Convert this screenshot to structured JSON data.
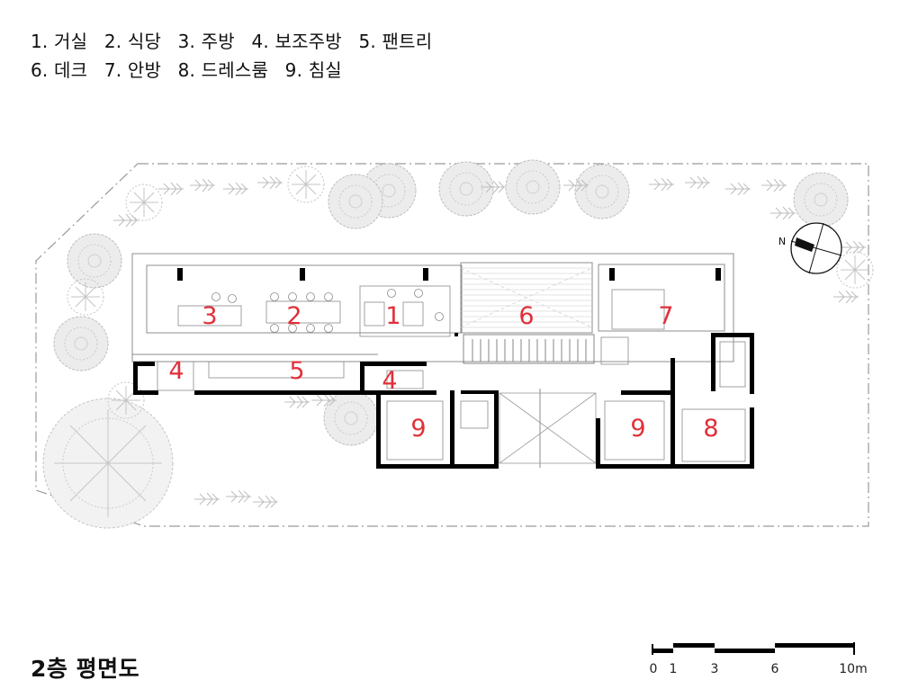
{
  "legend": {
    "line1": [
      {
        "num": "1.",
        "name": "거실"
      },
      {
        "num": "2.",
        "name": "식당"
      },
      {
        "num": "3.",
        "name": "주방"
      },
      {
        "num": "4.",
        "name": "보조주방"
      },
      {
        "num": "5.",
        "name": "팬트리"
      }
    ],
    "line2": [
      {
        "num": "6.",
        "name": "데크"
      },
      {
        "num": "7.",
        "name": "안방"
      },
      {
        "num": "8.",
        "name": "드레스룸"
      },
      {
        "num": "9.",
        "name": "침실"
      }
    ]
  },
  "room_labels": [
    "3",
    "2",
    "1",
    "6",
    "7",
    "4",
    "5",
    "4",
    "9",
    "9",
    "8"
  ],
  "compass_label": "N",
  "drawing_title": "2층 평면도",
  "scale_bar": {
    "unit": "m",
    "ticks": [
      "0",
      "1",
      "3",
      "6",
      "10m"
    ]
  },
  "colors": {
    "room_number": "#e0303a",
    "wall": "#000000",
    "line": "#9a9a9a",
    "tree": "#b8b8b8"
  }
}
